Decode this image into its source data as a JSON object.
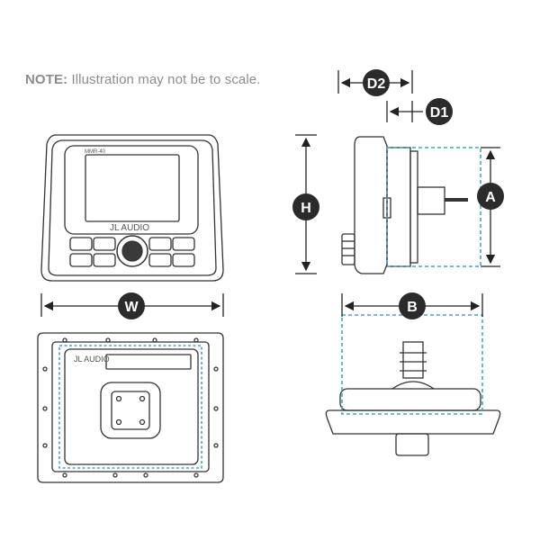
{
  "note": {
    "prefix": "NOTE:",
    "text": " Illustration may not be to scale."
  },
  "front": {
    "model": "MMR-40",
    "brand": "JL AUDIO"
  },
  "back": {
    "brand": "JL AUDIO"
  },
  "dimensions": {
    "d2": "D2",
    "d1": "D1",
    "h": "H",
    "a": "A",
    "w": "W",
    "b": "B"
  },
  "colors": {
    "outline": "#333333",
    "dashed": "#4aa3b8",
    "badge": "#2b2b2b",
    "note": "#8c8c8c"
  }
}
